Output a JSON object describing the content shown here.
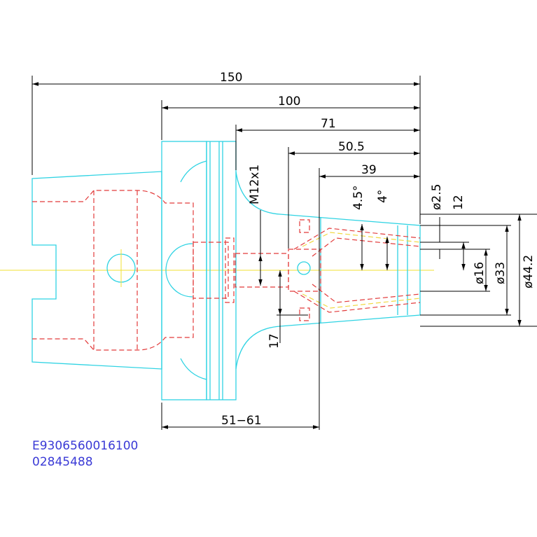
{
  "dimensions": {
    "overall_length": "150",
    "length_100": "100",
    "length_71": "71",
    "length_50_5": "50.5",
    "length_39": "39",
    "thread": "M12x1",
    "angle_outer": "4.5°",
    "angle_inner": "4°",
    "dia_2_5": "ø2.5",
    "dim_12": "12",
    "dia_16": "ø16",
    "dia_33": "ø33",
    "dia_44_2": "ø44.2",
    "dim_17": "17",
    "range_51_61": "51−61"
  },
  "part_codes": {
    "line1": "E9306560016100",
    "line2": "02845488"
  },
  "colors": {
    "outline": "#2fd3e3",
    "hidden_lines": "#e23b3b",
    "center_lines": "#f0e030",
    "dimension_lines": "#000000",
    "code_text": "#3a3ad6"
  }
}
